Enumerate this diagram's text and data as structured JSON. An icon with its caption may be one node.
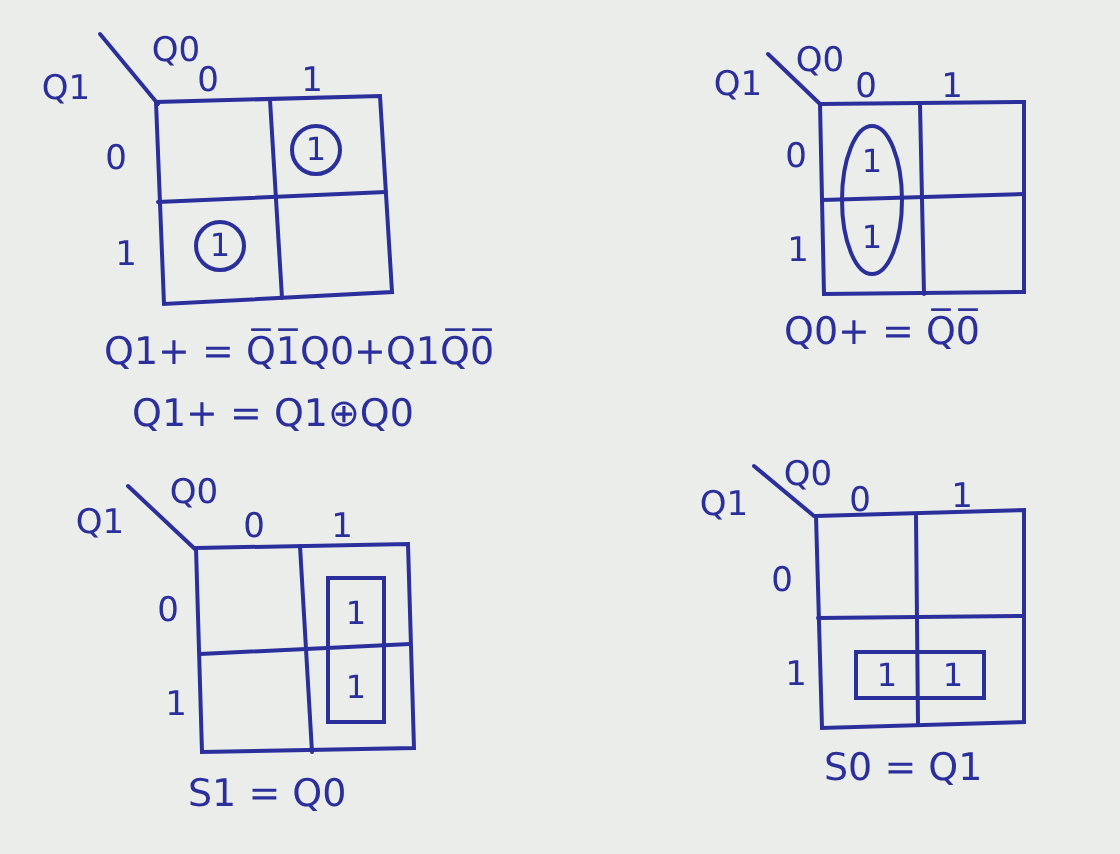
{
  "diagram": {
    "nodes": [
      {
        "text": [
          "1"
        ]
      },
      {
        "text": [
          "1"
        ]
      },
      {
        "text": [
          "1",
          "1"
        ]
      },
      {
        "text": [
          "1",
          "1"
        ]
      },
      {
        "text": [
          "1",
          "1"
        ]
      }
    ],
    "labels": [
      "Q1",
      "Q0",
      "0",
      "1",
      "0",
      "1",
      "Q1+ = Q̅1̅Q0+Q1Q̅0̅",
      "Q1+ = Q1⊕Q0",
      "Q1",
      "Q0",
      "0",
      "1",
      "0",
      "1",
      "Q0+ = Q̅0̅",
      "Q1",
      "Q0",
      "0",
      "1",
      "0",
      "1",
      "S1 = Q0",
      "Q1",
      "Q0",
      "0",
      "1",
      "0",
      "1",
      "S0 = Q1"
    ]
  }
}
